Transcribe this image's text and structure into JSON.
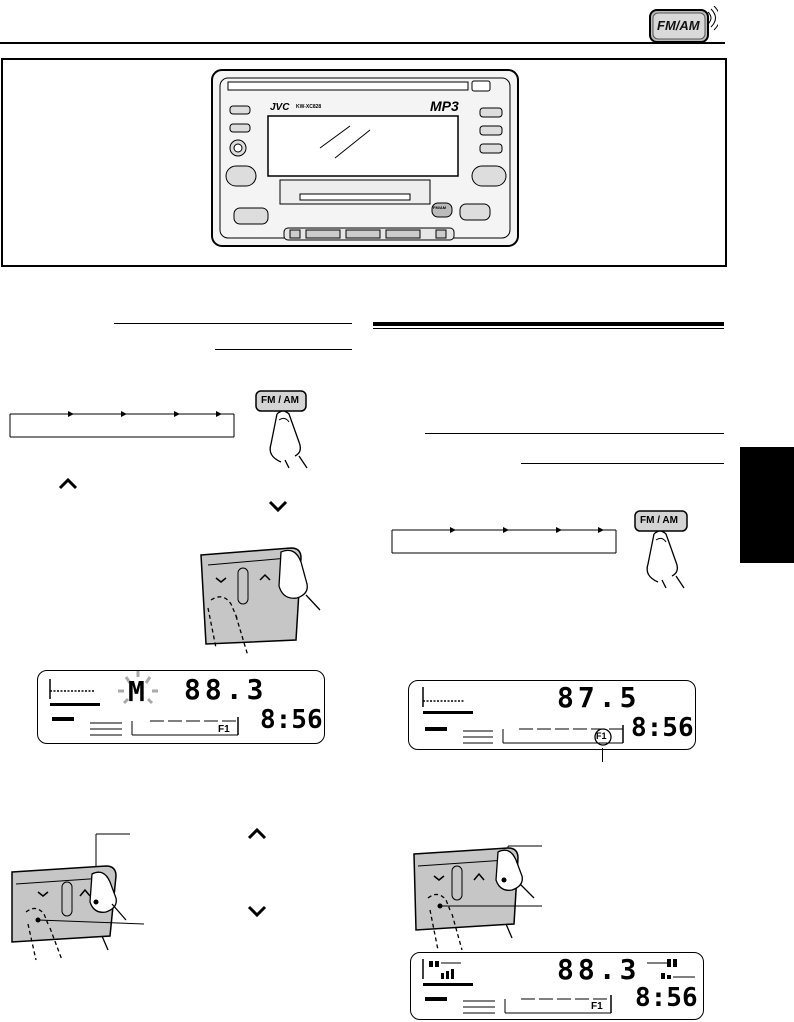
{
  "header": {
    "badge_label": "FM/AM"
  },
  "device": {
    "brand": "JVC",
    "model": "KW-XC828",
    "format_logo": "MP3",
    "fm_am_button": "FM/AM"
  },
  "left_section": {
    "fm_am_button": "FM / AM",
    "display": {
      "mem_indicator": "M",
      "frequency": "88.3",
      "preset_label": "F1",
      "clock": "8:56"
    }
  },
  "right_section": {
    "fm_am_button": "FM / AM",
    "display_1": {
      "frequency": "87.5",
      "preset_label": "F1",
      "clock": "8:56"
    },
    "display_2": {
      "frequency": "88.3",
      "preset_label": "F1",
      "clock": "8:56"
    }
  },
  "colors": {
    "ink": "#000000",
    "button_fill": "#d8d8d8",
    "panel_gray": "#bdbdbd",
    "tab_black": "#000000"
  }
}
